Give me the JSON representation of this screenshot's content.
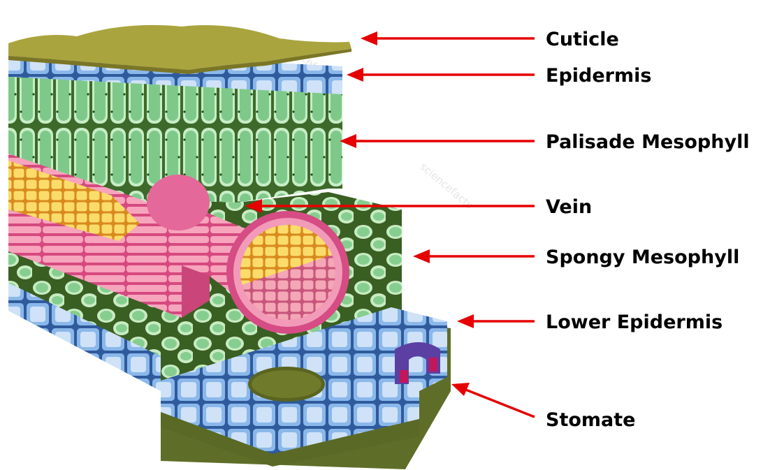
{
  "labels": {
    "cuticle": "Cuticle",
    "epidermis": "Epidermis",
    "palisade": "Palisade Mesophyll",
    "vein": "Vein",
    "spongy": "Spongy Mesophyll",
    "lower_epidermis": "Lower Epidermis",
    "stomate": "Stomate"
  },
  "watermark": "sciencefacts",
  "colors": {
    "arrow": "#e60000",
    "cuticle": "#a9a444",
    "epidermis": "#6b9fdc",
    "palisade": "#9fd9a3",
    "spongy": "#a6dba3",
    "vein_outer": "#e0568f",
    "xylem": "#f5c842",
    "phloem": "#f08aa6"
  }
}
